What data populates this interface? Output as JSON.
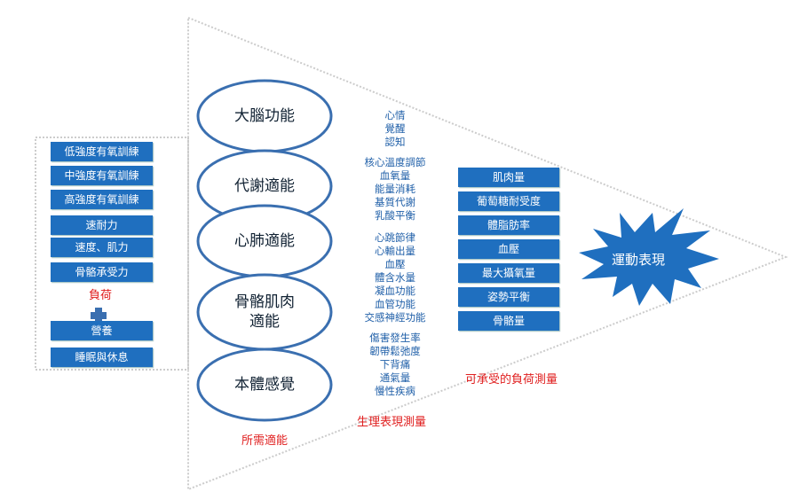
{
  "loads": [
    "低強度有氧訓練",
    "中強度有氧訓練",
    "高強度有氧訓練",
    "速耐力",
    "速度、肌力",
    "骨骼承受力"
  ],
  "load_label": "負荷",
  "recovery": [
    "營養",
    "睡眠與休息"
  ],
  "fitness": [
    "大腦功能",
    "代謝適能",
    "心肺適能",
    "骨骼肌肉\n適能",
    "本體感覺"
  ],
  "fitness_label": "所需適能",
  "physiology_groups": [
    [
      "心情",
      "覺醒",
      "認知"
    ],
    [
      "核心溫度調節",
      "血氧量",
      "能量消耗",
      "基質代謝",
      "乳酸平衡"
    ],
    [
      "心跳節律",
      "心輸出量",
      "血壓",
      "體含水量",
      "凝血功能",
      "血管功能",
      "交感神經功能"
    ],
    [
      "傷害發生率",
      "韌帶鬆弛度",
      "下背痛",
      "通氣量",
      "慢性疾病"
    ]
  ],
  "physiology_label": "生理表現測量",
  "tolerable": [
    "肌肉量",
    "葡萄糖耐受度",
    "體脂肪率",
    "血壓",
    "最大攝氧量",
    "姿勢平衡",
    "骨骼量"
  ],
  "tolerable_label": "可承受的負荷測量",
  "outcome": "運動表現",
  "colors": {
    "box": "#1f6fbf",
    "red": "#e02020",
    "ellipse_stroke": "#3a6fb0"
  }
}
